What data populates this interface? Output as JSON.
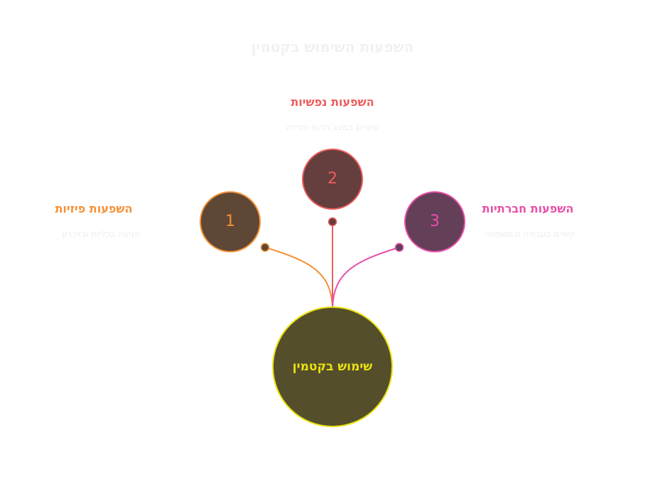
{
  "title": "השפעות השימוש בקטמין",
  "center": {
    "label": "שימוש בקטמין",
    "fill": "#544f2a",
    "stroke": "#ece113",
    "text_color": "#ece113"
  },
  "branches": [
    {
      "number": "1",
      "title": "השפעות פיזיות",
      "description": "פגיעה בכליות ובזיכרון",
      "color": "#f39135",
      "fill": "#5e4734"
    },
    {
      "number": "2",
      "title": "השפעות נפשיות",
      "description": "שינויים במצב הרוח וחרדה",
      "color": "#ed5c5c",
      "fill": "#643f3e"
    },
    {
      "number": "3",
      "title": "השפעות חברתיות",
      "description": "קשיים בעבודה ובמשפחה",
      "color": "#e84fa9",
      "fill": "#643f58"
    }
  ]
}
